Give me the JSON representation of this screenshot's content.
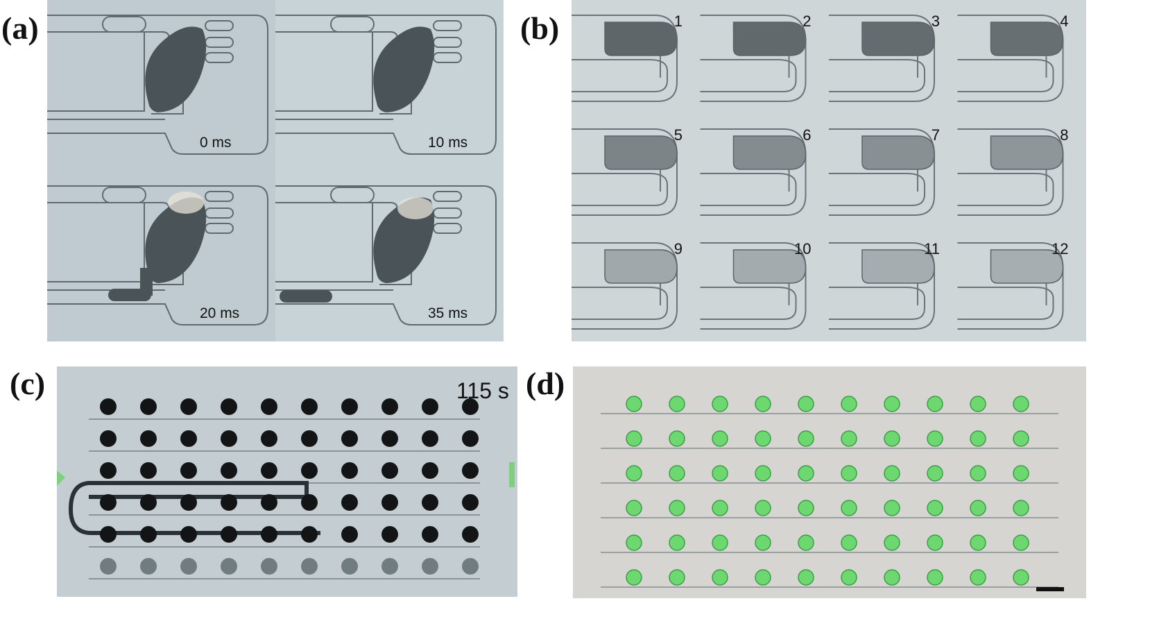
{
  "panels": {
    "a": {
      "label": "(a)",
      "frames": [
        {
          "time": "0 ms",
          "stage": "droplet-in-trap"
        },
        {
          "time": "10 ms",
          "stage": "droplet-in-trap"
        },
        {
          "time": "20 ms",
          "stage": "splitting"
        },
        {
          "time": "35 ms",
          "stage": "split-off"
        }
      ]
    },
    "b": {
      "label": "(b)",
      "frames": [
        {
          "number": "1",
          "intensity": 0.8
        },
        {
          "number": "2",
          "intensity": 0.78
        },
        {
          "number": "3",
          "intensity": 0.76
        },
        {
          "number": "4",
          "intensity": 0.74
        },
        {
          "number": "5",
          "intensity": 0.6
        },
        {
          "number": "6",
          "intensity": 0.55
        },
        {
          "number": "7",
          "intensity": 0.52
        },
        {
          "number": "8",
          "intensity": 0.48
        },
        {
          "number": "9",
          "intensity": 0.36
        },
        {
          "number": "10",
          "intensity": 0.34
        },
        {
          "number": "11",
          "intensity": 0.33
        },
        {
          "number": "12",
          "intensity": 0.32
        }
      ]
    },
    "c": {
      "label": "(c)",
      "time": "115 s",
      "rows": 6,
      "cols": 10
    },
    "d": {
      "label": "(d)",
      "rows": 6,
      "cols": 10
    }
  },
  "colors": {
    "droplet_dark": "#4a5358",
    "channel_bg": "#c3ced2",
    "channel_line": "#5f6a70",
    "panel_b_bg": "#cfd6d8",
    "fluor_green": "#6ed870",
    "panel_d_bg": "#d7d5d2"
  }
}
